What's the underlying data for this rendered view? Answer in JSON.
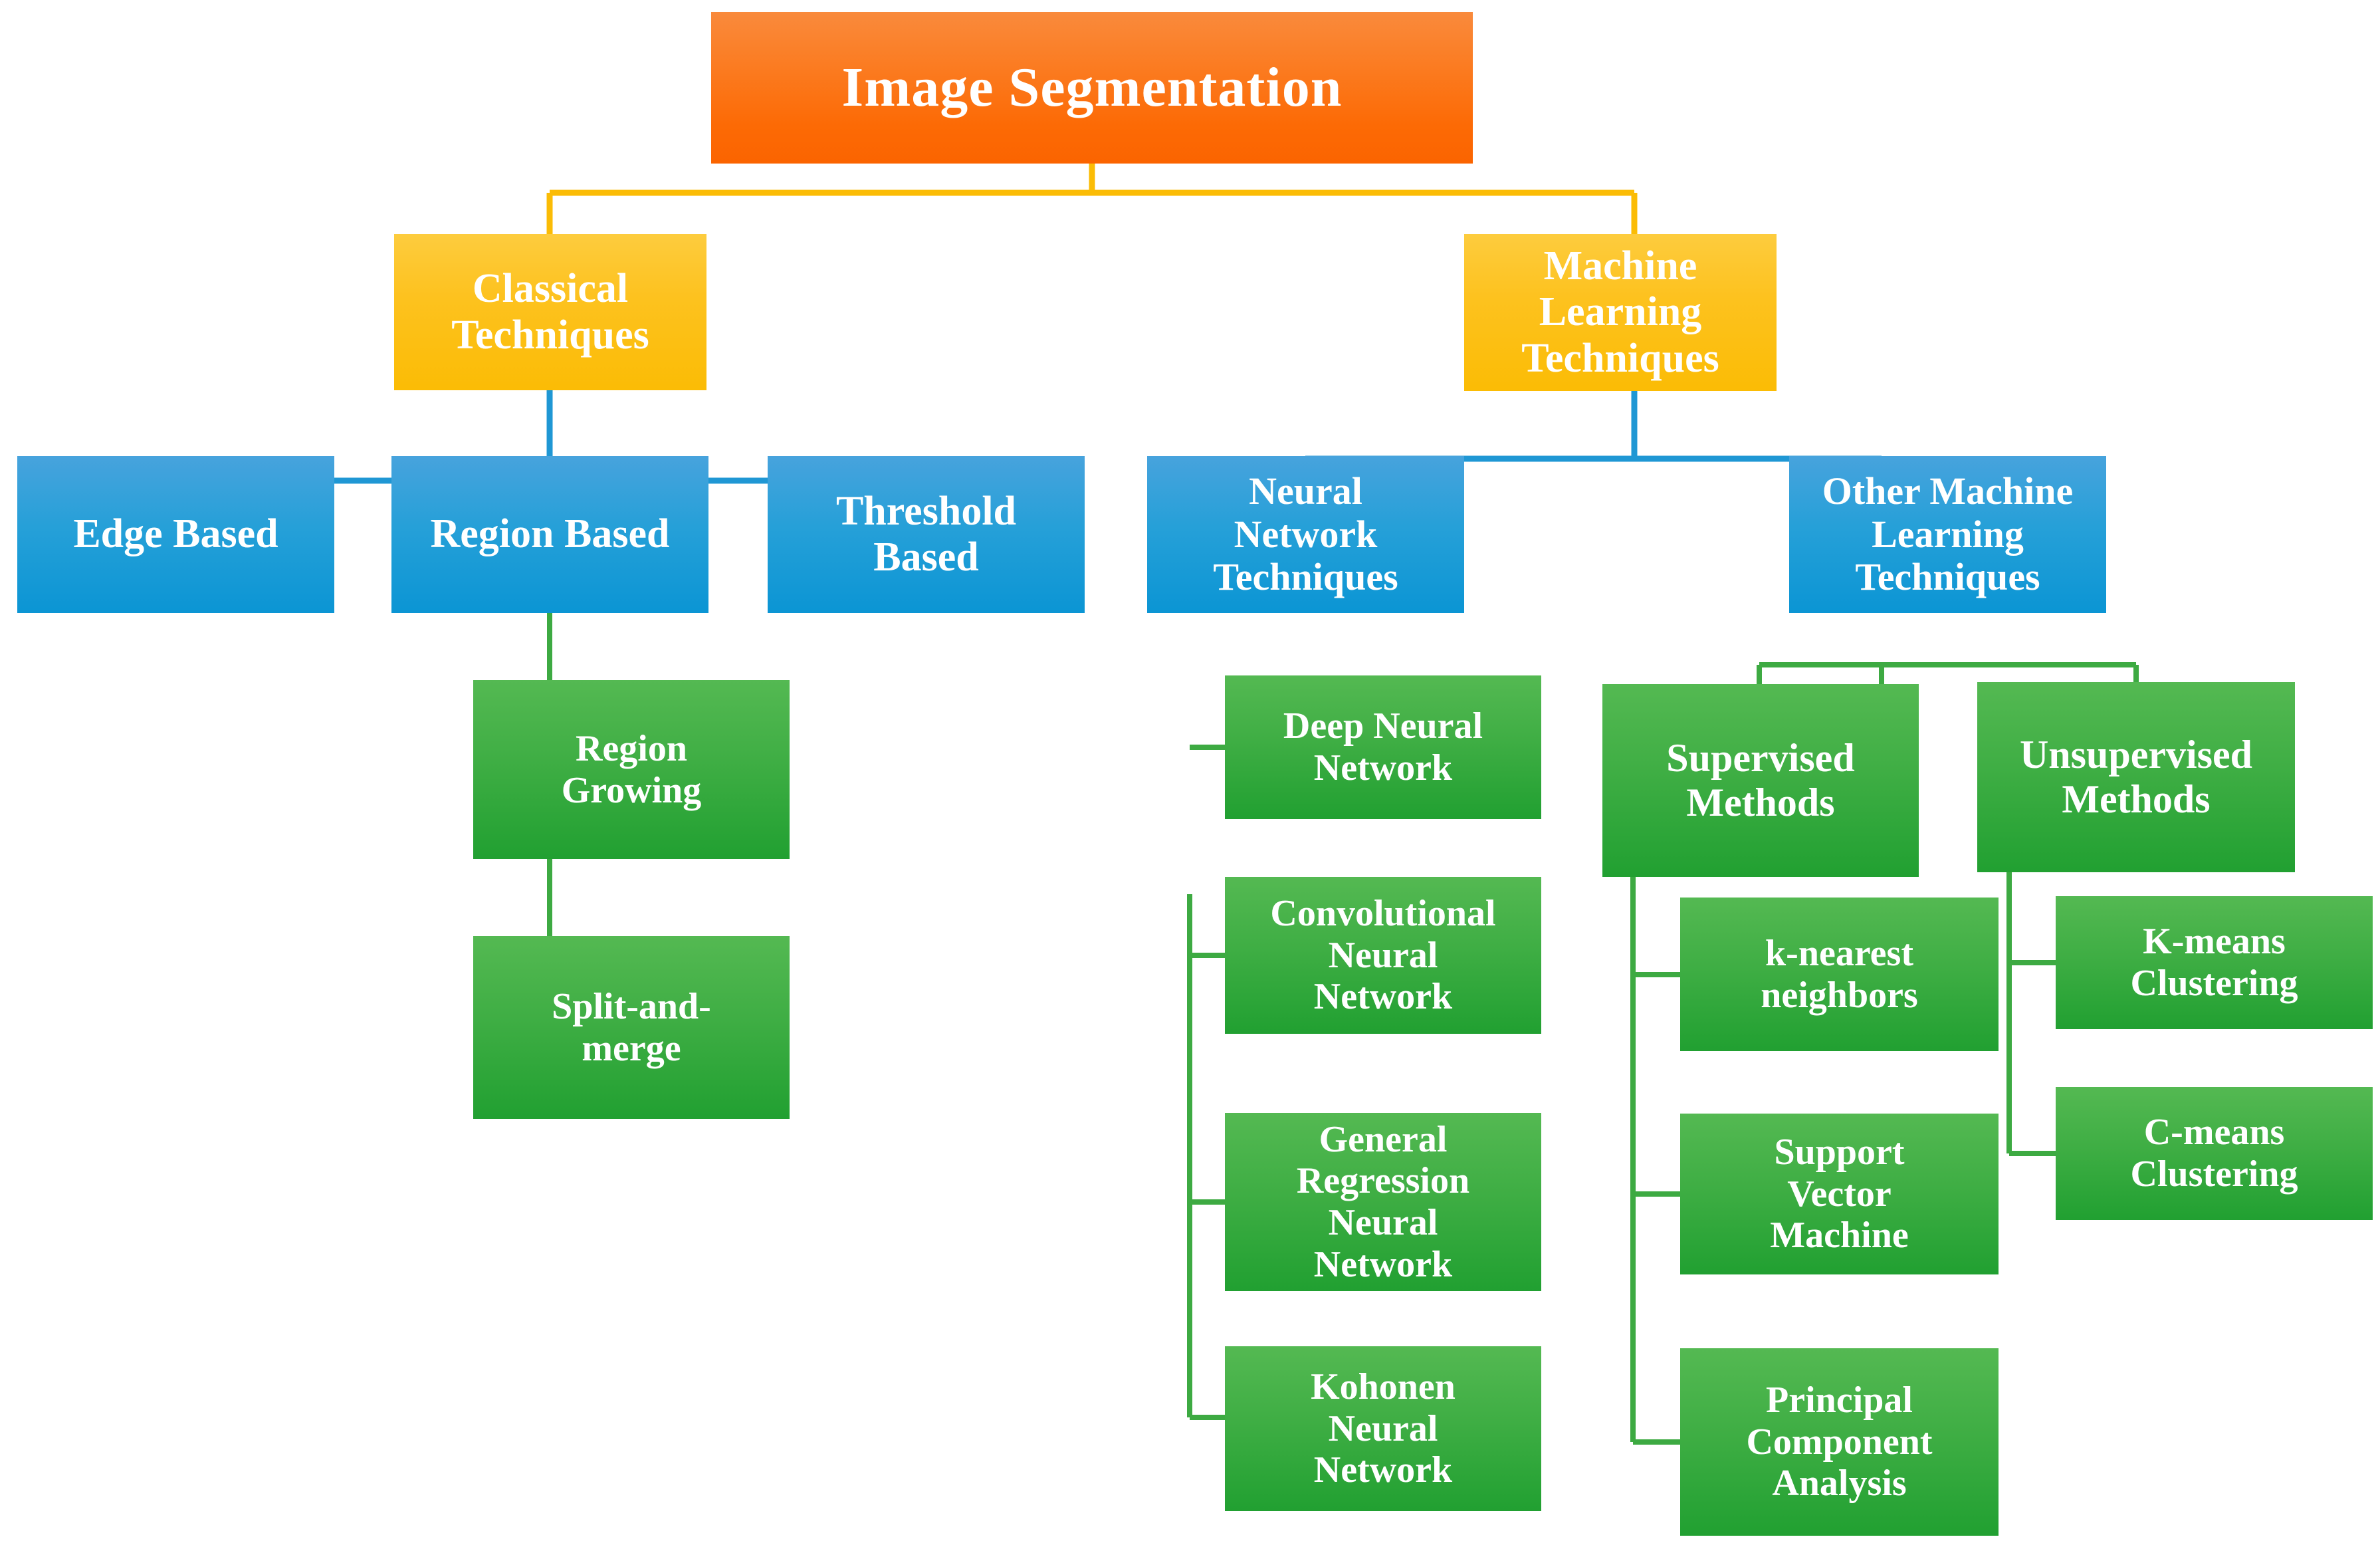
{
  "diagram": {
    "title": "Image Segmentation",
    "type": "hierarchy-tree",
    "colors": {
      "root": "#fc6a05",
      "level2": "#fbbc05",
      "level3": "#0b95d4",
      "leaf": "#35a845",
      "connector_root": "#fbbc05",
      "connector_level3": "#1f97d4",
      "connector_leaf": "#3daa42",
      "text": "#ffffff",
      "background": "#ffffff"
    },
    "nodes": {
      "root": "Image Segmentation",
      "classical": "Classical\nTechniques",
      "ml": "Machine\nLearning\nTechniques",
      "edge_based": "Edge Based",
      "region_based": "Region Based",
      "threshold_based": "Threshold\nBased",
      "nn_tech": "Neural\nNetwork\nTechniques",
      "other_ml": "Other Machine\nLearning\nTechniques",
      "region_growing": "Region\nGrowing",
      "split_merge": "Split-and-\nmerge",
      "dnn": "Deep Neural\nNetwork",
      "cnn": "Convolutional\nNeural\nNetwork",
      "grnn": "General\nRegression\nNeural\nNetwork",
      "kohonen": "Kohonen\nNeural\nNetwork",
      "supervised": "Supervised\nMethods",
      "unsupervised": "Unsupervised\nMethods",
      "knn": "k-nearest\nneighbors",
      "svm": "Support\nVector\nMachine",
      "pca": "Principal\nComponent\nAnalysis",
      "kmeans": "K-means\nClustering",
      "cmeans": "C-means\nClustering"
    },
    "edges": [
      {
        "from": "root",
        "to": "classical"
      },
      {
        "from": "root",
        "to": "ml"
      },
      {
        "from": "classical",
        "to": "edge_based"
      },
      {
        "from": "classical",
        "to": "region_based"
      },
      {
        "from": "classical",
        "to": "threshold_based"
      },
      {
        "from": "ml",
        "to": "nn_tech"
      },
      {
        "from": "ml",
        "to": "other_ml"
      },
      {
        "from": "region_based",
        "to": "region_growing"
      },
      {
        "from": "region_based",
        "to": "split_merge"
      },
      {
        "from": "nn_tech",
        "to": "dnn"
      },
      {
        "from": "nn_tech",
        "to": "cnn"
      },
      {
        "from": "nn_tech",
        "to": "grnn"
      },
      {
        "from": "nn_tech",
        "to": "kohonen"
      },
      {
        "from": "other_ml",
        "to": "supervised"
      },
      {
        "from": "other_ml",
        "to": "unsupervised"
      },
      {
        "from": "supervised",
        "to": "knn"
      },
      {
        "from": "supervised",
        "to": "svm"
      },
      {
        "from": "supervised",
        "to": "pca"
      },
      {
        "from": "unsupervised",
        "to": "kmeans"
      },
      {
        "from": "unsupervised",
        "to": "cmeans"
      }
    ]
  }
}
